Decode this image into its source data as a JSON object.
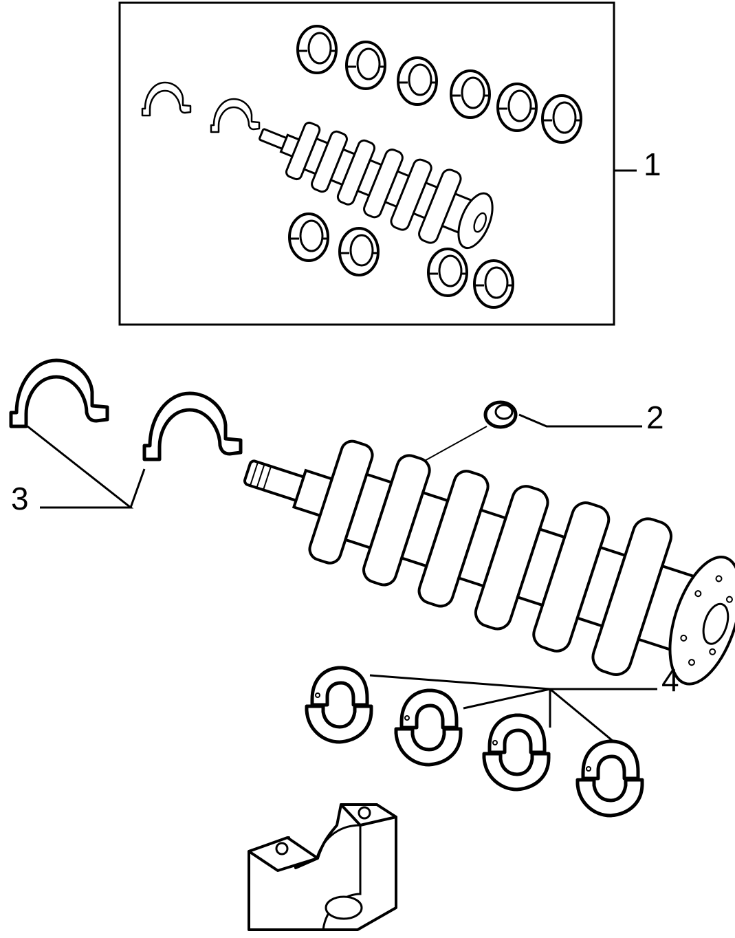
{
  "colors": {
    "ink": "#000000",
    "fill": "#ffffff"
  },
  "callouts": {
    "kit": "1",
    "plug": "2",
    "thrust_washers": "3",
    "bearing_shells": "4"
  }
}
